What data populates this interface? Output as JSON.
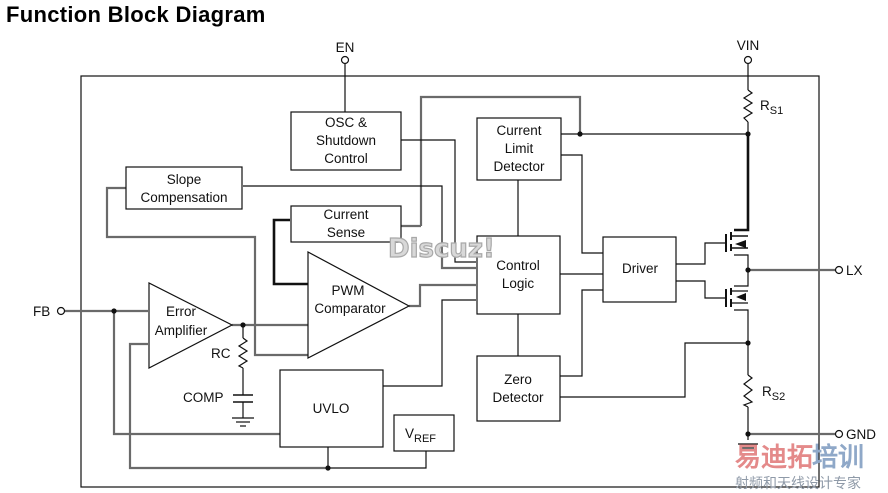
{
  "title": "Function Block Diagram",
  "pins": {
    "en": "EN",
    "vin": "VIN",
    "fb": "FB",
    "lx": "LX",
    "gnd": "GND"
  },
  "blocks": {
    "osc": [
      "OSC &",
      "Shutdown",
      "Control"
    ],
    "current_limit": [
      "Current",
      "Limit",
      "Detector"
    ],
    "slope": [
      "Slope",
      "Compensation"
    ],
    "current_sense": [
      "Current",
      "Sense"
    ],
    "control_logic": [
      "Control",
      "Logic"
    ],
    "driver": "Driver",
    "zero_detector": [
      "Zero",
      "Detector"
    ],
    "uvlo": "UVLO",
    "vref_main": "V",
    "vref_sub": "REF"
  },
  "amplifiers": {
    "pwm": [
      "PWM",
      "Comparator"
    ],
    "error": [
      "Error",
      "Amplifier"
    ]
  },
  "components": {
    "rc": "RC",
    "comp": "COMP",
    "rs1_main": "R",
    "rs1_sub": "S1",
    "rs2_main": "R",
    "rs2_sub": "S2"
  },
  "watermarks": {
    "discuz": "Discuz!",
    "cn_red": "易迪拓",
    "cn_blue": "培训",
    "cn_sub": "射频和天线设计专家"
  },
  "colors": {
    "line": "#111111",
    "gray_wire": "#6a6a6a",
    "wm_red": "#e48a8a",
    "wm_blue": "#8fa8c8"
  }
}
